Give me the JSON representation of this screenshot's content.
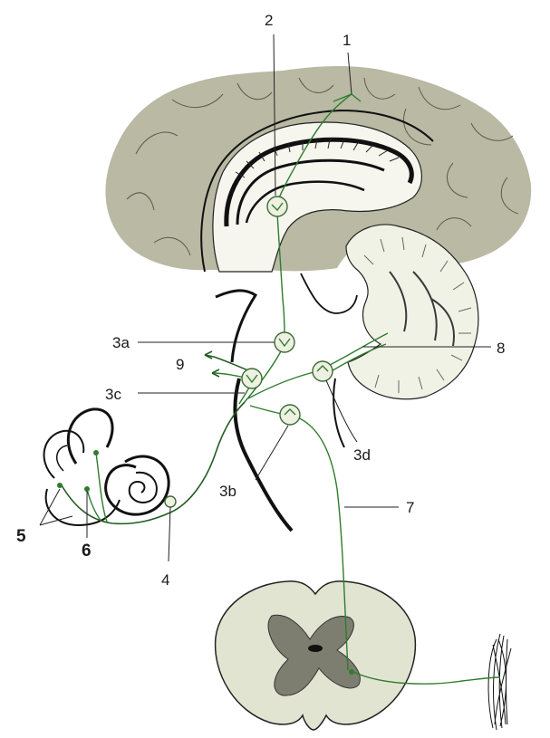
{
  "labels": {
    "l1": "1",
    "l2": "2",
    "l3a": "3a",
    "l3b": "3b",
    "l3c": "3c",
    "l3d": "3d",
    "l4": "4",
    "l5": "5",
    "l6": "6",
    "l7": "7",
    "l8": "8",
    "l9": "9"
  },
  "colors": {
    "brain": "#b9b9a4",
    "cerebellum": "#f1f2e6",
    "spinal_white": "#e2e4d2",
    "spinal_gray": "#7d7d70",
    "pathway": "#2e7d2e"
  }
}
